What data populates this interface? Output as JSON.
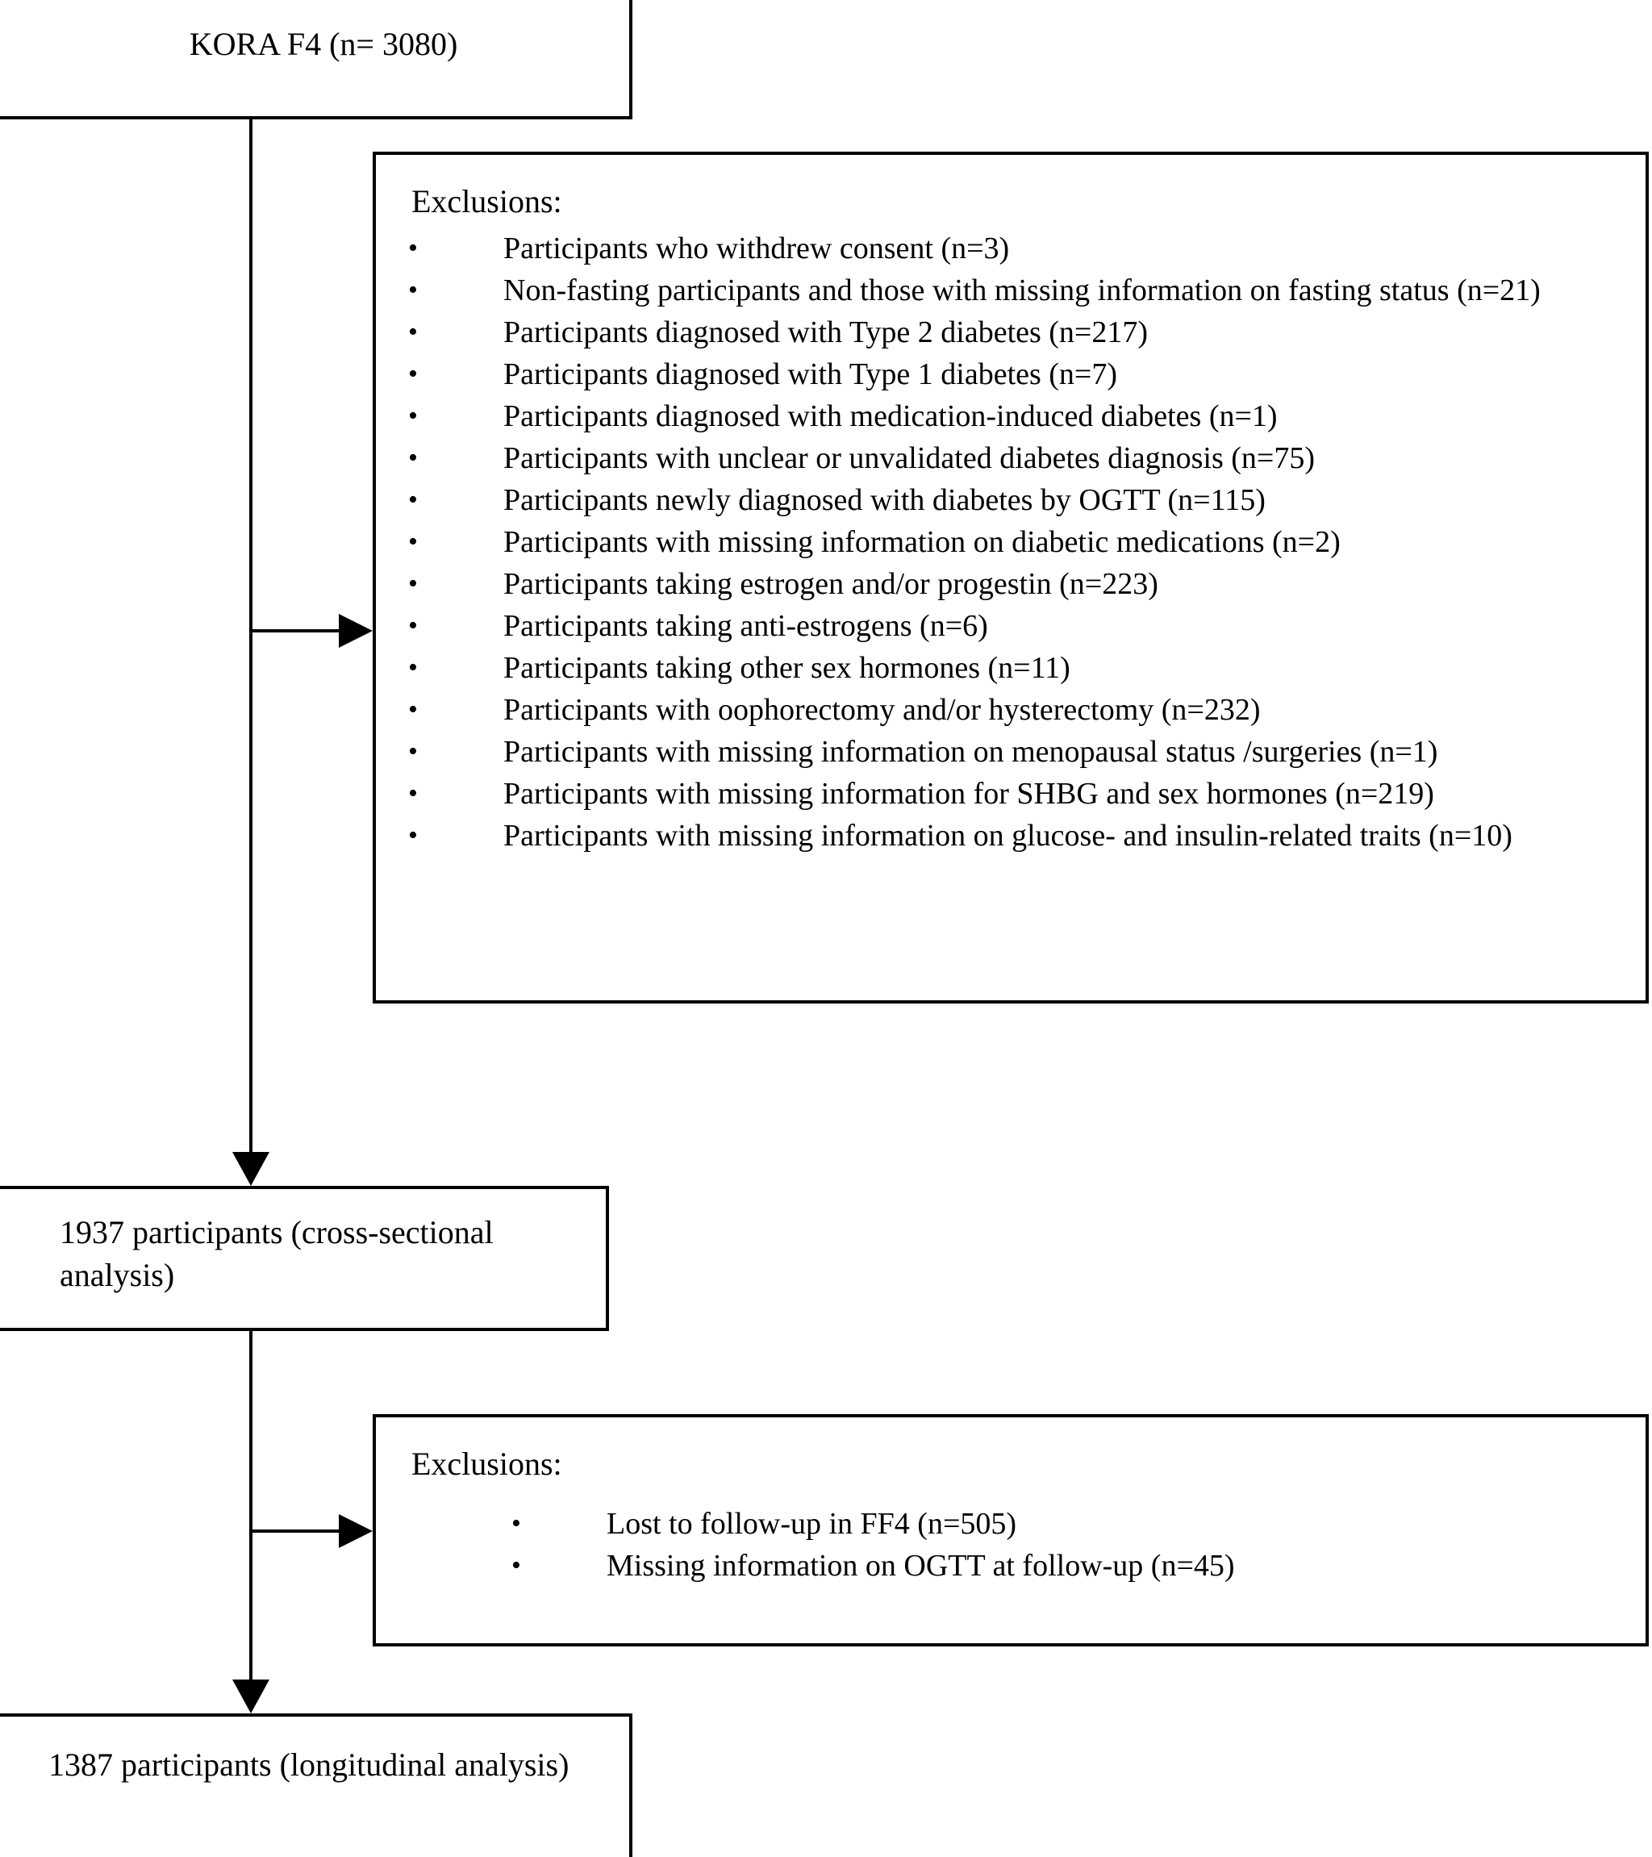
{
  "diagram": {
    "type": "participant-flow-chart",
    "nodes": {
      "source": {
        "label": "KORA F4 (n= 3080)"
      },
      "cross_sectional": {
        "label": "1937 participants (cross-sectional analysis)"
      },
      "longitudinal": {
        "label": "1387 participants (longitudinal analysis)"
      }
    },
    "exclusions_1": {
      "title": "Exclusions:",
      "bullet": "•",
      "items": [
        "Participants who withdrew consent (n=3)",
        "Non-fasting participants and those with missing information on fasting status (n=21)",
        "Participants diagnosed with Type 2 diabetes (n=217)",
        "Participants diagnosed with Type 1 diabetes (n=7)",
        "Participants diagnosed with medication-induced diabetes (n=1)",
        "Participants with unclear or unvalidated diabetes diagnosis (n=75)",
        "Participants newly diagnosed with diabetes by OGTT (n=115)",
        "Participants with missing information on diabetic medications (n=2)",
        "Participants taking estrogen and/or progestin (n=223)",
        "Participants taking anti-estrogens (n=6)",
        "Participants taking other sex hormones (n=11)",
        "Participants with oophorectomy and/or hysterectomy (n=232)",
        "Participants with missing information on menopausal status /surgeries (n=1)",
        "Participants with missing information for SHBG and sex hormones (n=219)",
        "Participants with missing information on glucose- and insulin-related traits (n=10)"
      ]
    },
    "exclusions_2": {
      "title": "Exclusions:",
      "bullet": "•",
      "items": [
        "Lost to follow-up in FF4 (n=505)",
        "Missing information on OGTT at follow-up (n=45)"
      ]
    },
    "colors": {
      "stroke": "#000000",
      "background": "#ffffff",
      "text": "#000000"
    }
  }
}
